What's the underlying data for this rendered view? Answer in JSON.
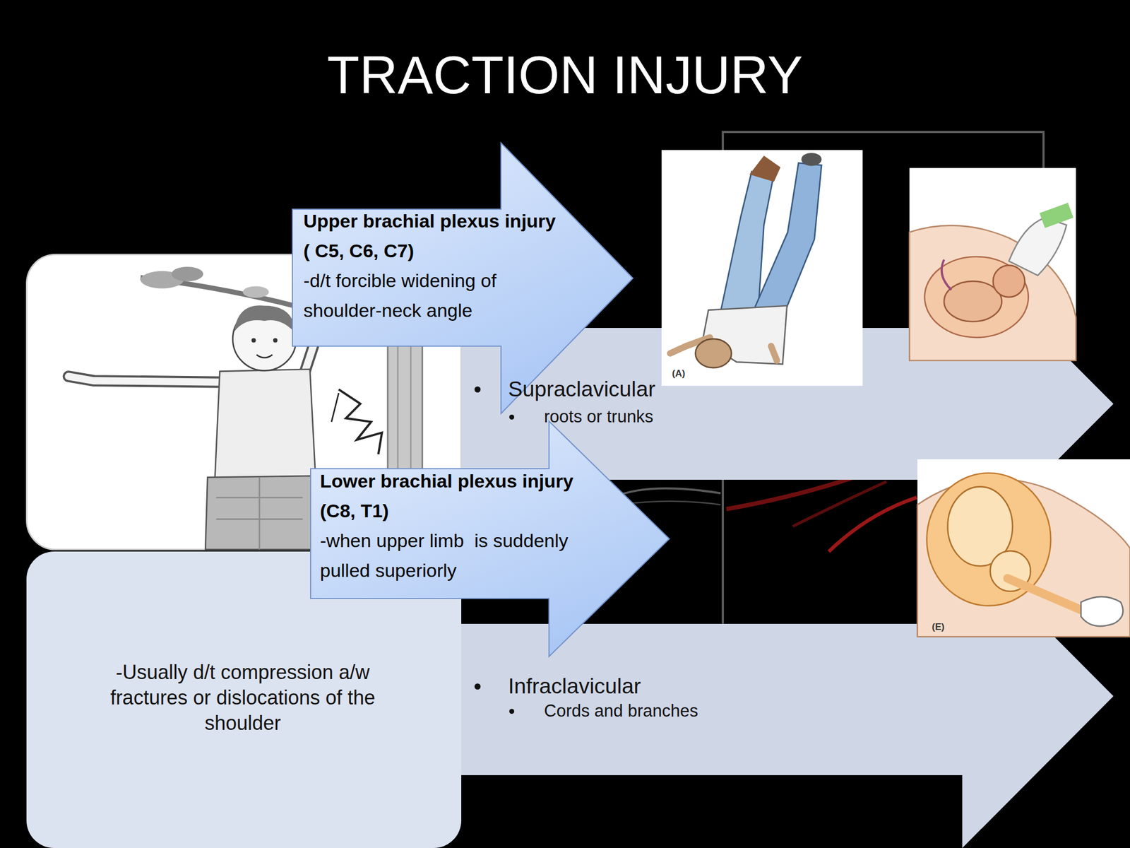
{
  "diagram": {
    "title": "TRACTION INJURY",
    "nodes": [
      {
        "text": [
          "Upper brachial plexus injury ( C5, C6, C7)",
          "-d/t forcible widening of shoulder-neck angle"
        ]
      },
      {
        "text": [
          "Supraclavicular",
          "roots or trunks"
        ]
      },
      {
        "text": [
          "Lower brachial plexus injury (C8, T1)",
          "-when upper limb  is suddenly pulled superiorly"
        ]
      },
      {
        "text": [
          "-Usually d/t compression a/w fractures or dislocations of the shoulder"
        ]
      },
      {
        "text": [
          "Infraclavicular",
          "Cords and branches"
        ]
      }
    ],
    "labels": [
      "(A)",
      "(E)"
    ]
  }
}
